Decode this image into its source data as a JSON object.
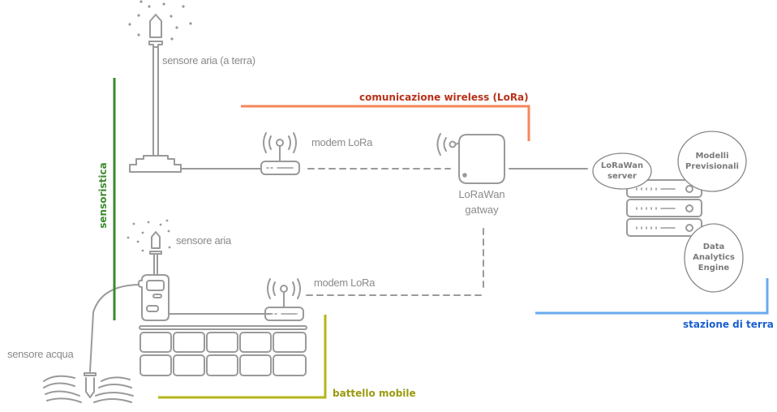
{
  "diagram": {
    "language": "it",
    "colors": {
      "line_gray": "#9a9a9a",
      "label_gray": "#8a8a8a",
      "sensoristica": "#3c8a2e",
      "wireless": "#f4875a",
      "wireless_text": "#b8321a",
      "stazione": "#6aaaf0",
      "stazione_text": "#1a5fd0",
      "battello": "#b5b51a",
      "battello_text": "#9a9a10"
    },
    "groups": {
      "sensoristica": "sensoristica",
      "wireless": "comunicazione wireless (LoRa)",
      "stazione": "stazione di terra",
      "battello": "battello mobile"
    },
    "nodes": {
      "sensor_ground": {
        "label": "sensore aria (a terra)",
        "icon": "air-sensor-mast-icon"
      },
      "modem_top": {
        "label": "modem LoRa",
        "icon": "lora-modem-icon"
      },
      "gateway": {
        "line1": "LoRaWan",
        "line2": "gatway",
        "icon": "lora-gateway-icon"
      },
      "sensor_boat": {
        "label": "sensore aria",
        "icon": "handheld-sensor-icon"
      },
      "modem_boat": {
        "label": "modem LoRa",
        "icon": "lora-modem-icon"
      },
      "water_sensor": {
        "label": "sensore acqua",
        "icon": "water-probe-icon"
      },
      "boat": {
        "icon": "solar-boat-icon"
      },
      "server": {
        "icon": "server-rack-icon"
      }
    },
    "bubbles": {
      "lorawan_server": {
        "line1": "LoRaWan",
        "line2": "server"
      },
      "modelli": {
        "line1": "Modelli",
        "line2": "Previsionali"
      },
      "analytics": {
        "line1": "Data",
        "line2": "Analytics",
        "line3": "Engine"
      }
    },
    "connections": [
      {
        "from": "sensore aria (a terra)",
        "to": "modem LoRa",
        "style": "solid"
      },
      {
        "from": "modem LoRa",
        "to": "LoRaWan gatway",
        "style": "dashed"
      },
      {
        "from": "modem LoRa (battello)",
        "to": "LoRaWan gatway",
        "style": "dashed"
      },
      {
        "from": "LoRaWan gatway",
        "to": "LoRaWan server",
        "style": "solid"
      },
      {
        "from": "sensore acqua",
        "to": "sensore aria",
        "style": "solid"
      }
    ]
  }
}
